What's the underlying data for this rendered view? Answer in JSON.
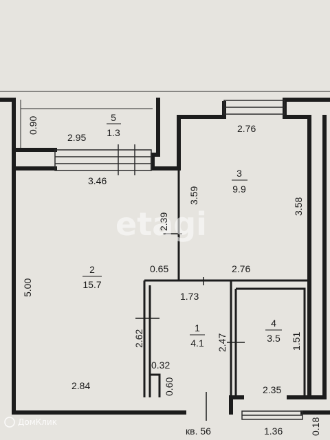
{
  "rooms": [
    {
      "number": "5",
      "area": "1.3"
    },
    {
      "number": "3",
      "area": "9.9"
    },
    {
      "number": "2",
      "area": "15.7"
    },
    {
      "number": "1",
      "area": "4.1"
    },
    {
      "number": "4",
      "area": "3.5"
    }
  ],
  "dimensions": {
    "balcony_depth": "0.90",
    "balcony_width": "2.95",
    "kitchen_top": "2.76",
    "room2_top": "3.46",
    "kitchen_left": "3.59",
    "kitchen_right": "3.58",
    "room2_wall": "2.39",
    "room2_height": "5.00",
    "room2_offset": "0.65",
    "kitchen_bottom": "2.76",
    "bath_top": "1.73",
    "room2_lower": "2.62",
    "bath_height": "2.47",
    "wc_height": "1.51",
    "niche_width": "0.32",
    "niche_depth": "0.60",
    "room2_bottom": "2.84",
    "wc_bottom": "2.35",
    "entrance": "кв. 56",
    "bottom_right_width": "1.36",
    "bottom_right_depth": "0.18"
  },
  "watermark": "etagi",
  "brand": "ДомКлик"
}
